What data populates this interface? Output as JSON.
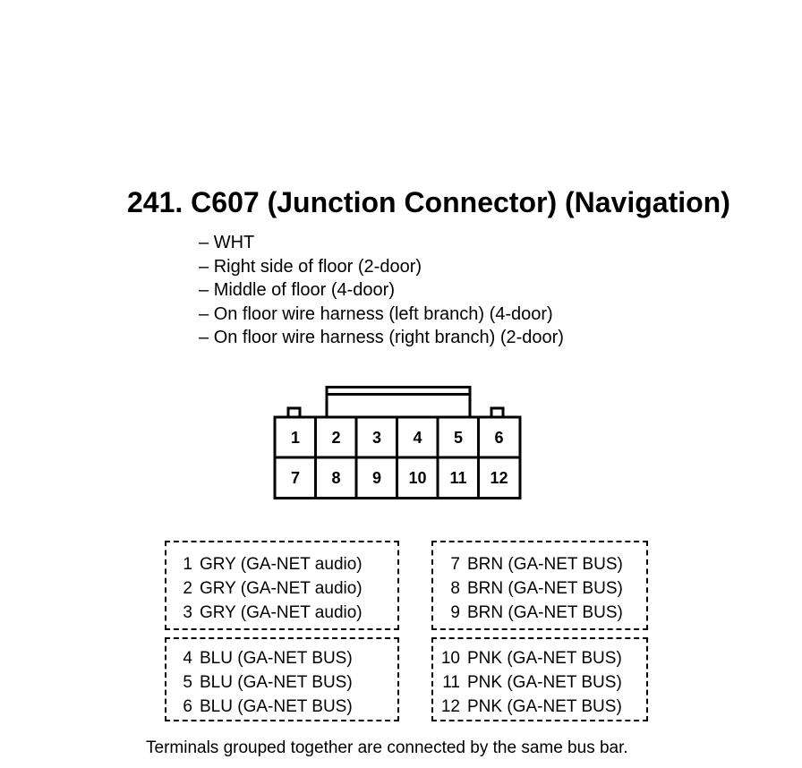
{
  "title": "241. C607 (Junction Connector) (Navigation)",
  "info": [
    "WHT",
    "Right side of floor (2-door)",
    "Middle of floor (4-door)",
    "On floor wire harness (left branch) (4-door)",
    "On floor wire harness (right branch) (2-door)"
  ],
  "connector": {
    "top_row": [
      "1",
      "2",
      "3",
      "4",
      "5",
      "6"
    ],
    "bottom_row": [
      "7",
      "8",
      "9",
      "10",
      "11",
      "12"
    ]
  },
  "groups": [
    {
      "terminals": [
        {
          "num": "1",
          "desc": "GRY (GA-NET audio)"
        },
        {
          "num": "2",
          "desc": "GRY (GA-NET audio)"
        },
        {
          "num": "3",
          "desc": "GRY (GA-NET audio)"
        }
      ]
    },
    {
      "terminals": [
        {
          "num": "7",
          "desc": "BRN (GA-NET BUS)"
        },
        {
          "num": "8",
          "desc": "BRN (GA-NET BUS)"
        },
        {
          "num": "9",
          "desc": "BRN (GA-NET BUS)"
        }
      ]
    },
    {
      "terminals": [
        {
          "num": "4",
          "desc": "BLU (GA-NET BUS)"
        },
        {
          "num": "5",
          "desc": "BLU (GA-NET BUS)"
        },
        {
          "num": "6",
          "desc": "BLU (GA-NET BUS)"
        }
      ]
    },
    {
      "terminals": [
        {
          "num": "10",
          "desc": "PNK (GA-NET BUS)"
        },
        {
          "num": "11",
          "desc": "PNK (GA-NET BUS)"
        },
        {
          "num": "12",
          "desc": "PNK (GA-NET BUS)"
        }
      ]
    }
  ],
  "footnote": "Terminals grouped together are connected by the same bus bar."
}
